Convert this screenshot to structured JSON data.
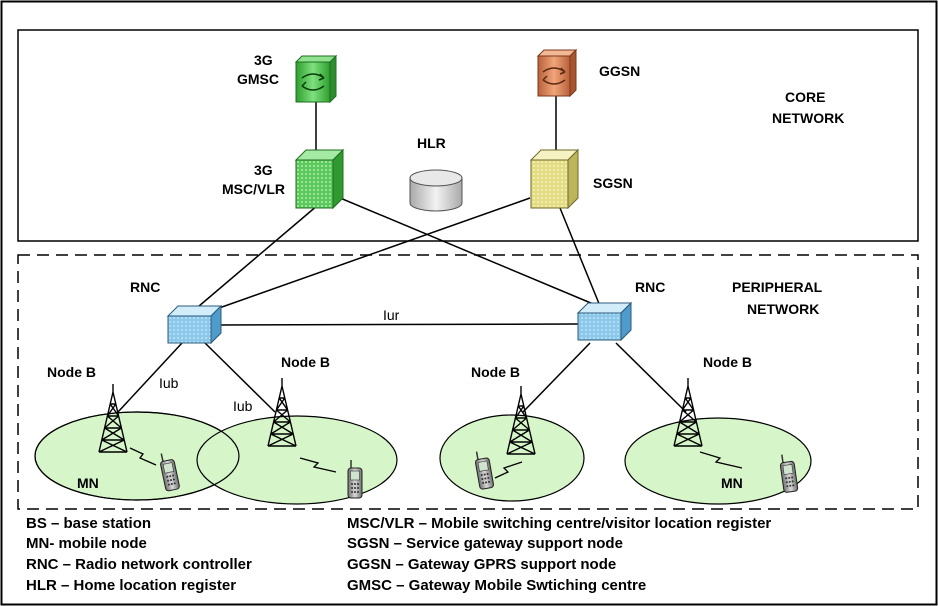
{
  "labels": {
    "gmsc_line1": "3G",
    "gmsc_line2": "GMSC",
    "ggsn": "GGSN",
    "core_line1": "CORE",
    "core_line2": "NETWORK",
    "msc_line1": "3G",
    "msc_line2": "MSC/VLR",
    "hlr": "HLR",
    "sgsn": "SGSN",
    "rnc_left": "RNC",
    "rnc_right": "RNC",
    "peripheral_line1": "PERIPHERAL",
    "peripheral_line2": "NETWORK",
    "iur": "Iur",
    "iub_1": "Iub",
    "iub_2": "Iub",
    "nodeb_1": "Node B",
    "nodeb_2": "Node B",
    "nodeb_3": "Node B",
    "nodeb_4": "Node B",
    "mn_left": "MN",
    "mn_right": "MN"
  },
  "legend": [
    "BS – base station",
    "MN- mobile node",
    "RNC – Radio network controller",
    "HLR – Home location register",
    "MSC/VLR – Mobile switching centre/visitor location register",
    "SGSN – Service gateway support node",
    "GGSN – Gateway GPRS support node",
    "GMSC – Gateway Mobile Swtiching centre"
  ],
  "colors": {
    "gmsc": "#3fbf3f",
    "msc": "#55c255",
    "ggsn": "#d9875a",
    "sgsn": "#e6e08a",
    "rnc": "#9fd0ec",
    "cell": "#d6f5c8",
    "hlr": "#d8d8d8"
  }
}
